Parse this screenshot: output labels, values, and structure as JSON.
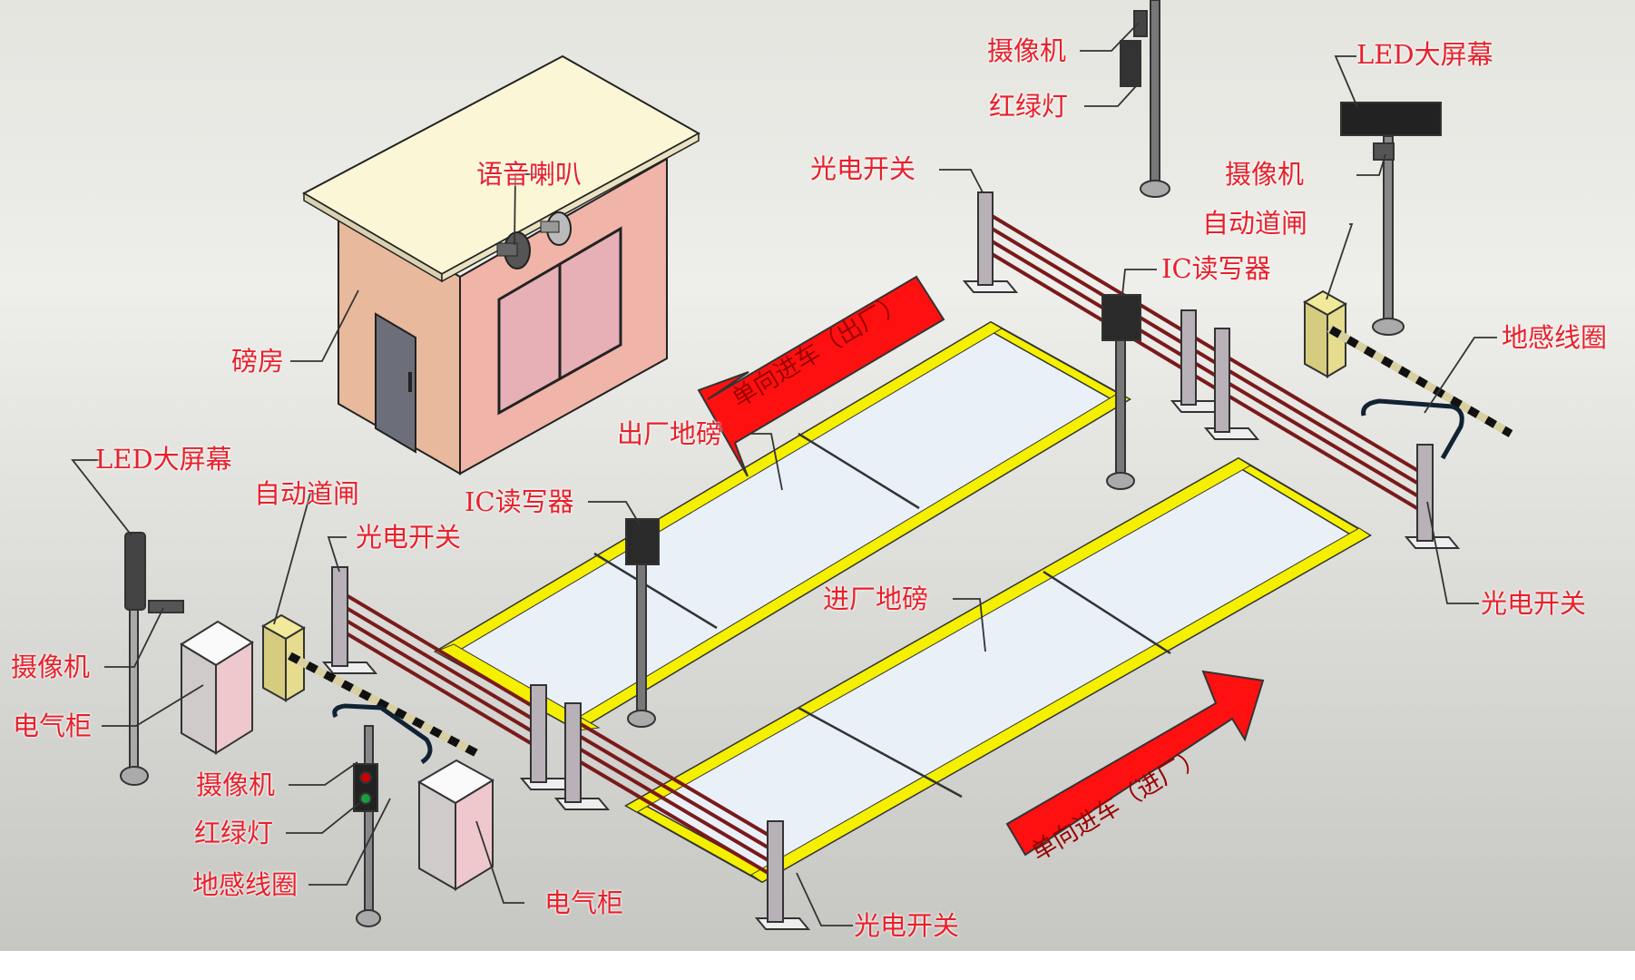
{
  "diagram": {
    "colors": {
      "label": "#e8202a",
      "arrow": "#ff1010",
      "scale_stripe": "#f4f000",
      "platform": "#eaf0f8",
      "house_wall": "#efb8a8",
      "house_roof": "#fbf7d8",
      "barrier_box": "#e0d694",
      "light_curtain_beam": "#7a1a1a"
    },
    "arrows": {
      "exit": "单向进车（出厂）",
      "entry": "单向进车（进厂）"
    },
    "labels": {
      "top_camera": "摄像机",
      "top_traffic_light": "红绿灯",
      "top_led": "LED大屏幕",
      "right_camera": "摄像机",
      "right_barrier": "自动道闸",
      "top_photo_switch": "光电开关",
      "right_ic_reader": "IC读写器",
      "right_ground_coil": "地感线圈",
      "speaker": "语音喇叭",
      "weigh_house": "磅房",
      "exit_scale": "出厂地磅",
      "left_led": "LED大屏幕",
      "left_barrier": "自动道闸",
      "left_photo_switch": "光电开关",
      "mid_ic_reader": "IC读写器",
      "left_camera": "摄像机",
      "left_cabinet": "电气柜",
      "entry_scale": "进厂地磅",
      "right_photo_switch": "光电开关",
      "bottom_camera": "摄像机",
      "bottom_traffic_light": "红绿灯",
      "bottom_ground_coil": "地感线圈",
      "bottom_cabinet": "电气柜",
      "bottom_photo_switch": "光电开关"
    }
  }
}
